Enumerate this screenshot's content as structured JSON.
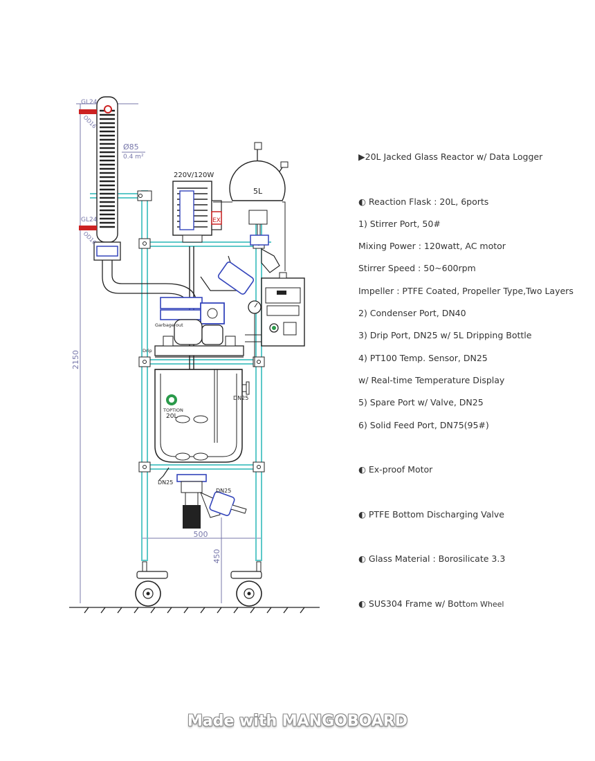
{
  "diagram": {
    "labels": {
      "gl24_top": "GL24",
      "od16_top": "OD16",
      "condenser_dia": "Ø85",
      "condenser_area": "0.4 m²",
      "gl24_bottom": "GL24",
      "od16_bottom": "OD16",
      "motor_spec": "220V/120W",
      "ex_mark": "EX",
      "drip_volume": "5L",
      "garbage_out": "Garbage out",
      "drip": "Drip",
      "brand": "TOPTION",
      "reactor_size": "20L",
      "dn25_right": "DN25",
      "dn25_bottom": "DN25",
      "dn25_valve": "DN25"
    },
    "dimensions": {
      "height_total": "2150",
      "width": "500",
      "height_bottom": "450"
    }
  },
  "specs": {
    "title": "▶20L Jacked Glass Reactor w/ Data Logger",
    "flask": "◐ Reaction Flask : 20L, 6ports",
    "stirrer_port": "1) Stirrer Port, 50#",
    "mixing_power": "Mixing Power : 120watt, AC motor",
    "stirrer_speed": "Stirrer Speed : 50~600rpm",
    "impeller": "Impeller : PTFE Coated, Propeller Type,Two Layers",
    "condenser_port": "2) Condenser Port, DN40",
    "drip_port": "3) Drip Port, DN25 w/ 5L Dripping Bottle",
    "temp_sensor": "4) PT100 Temp. Sensor, DN25",
    "temp_display": "w/ Real-time Temperature Display",
    "spare_port": "5) Spare Port w/ Valve, DN25",
    "solid_feed": "6) Solid Feed Port, DN75(95#)",
    "motor": "◐ Ex-proof Motor",
    "valve": "◐ PTFE Bottom Discharging Valve",
    "glass": "◐ Glass Material : Borosilicate 3.3",
    "frame_main": "◐ SUS304 Frame w/ Bott",
    "frame_tail": "om Wheel"
  },
  "watermark": "Made with MANGOBOARD",
  "colors": {
    "frame": "#5cc8c8",
    "outline": "#222222",
    "dimension": "#7777aa",
    "flange": "#3344bb",
    "ex_red": "#cc2222",
    "brand_green": "#2a9a4a"
  }
}
